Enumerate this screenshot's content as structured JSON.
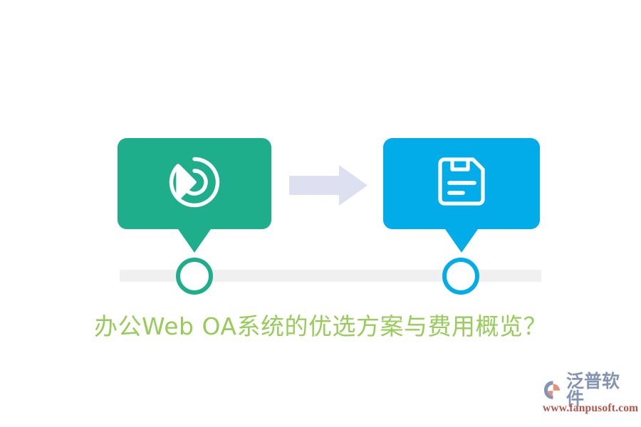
{
  "diagram": {
    "caption": "办公Web OA系统的优选方案与费用概览？",
    "caption_color": "#97cc5a",
    "arrow": {
      "name": "flow-arrow",
      "color": "#dde0f0",
      "direction": "right"
    },
    "track": {
      "color": "#f0f0f0"
    },
    "nodes": [
      {
        "id": "node-green",
        "color": "#1fae8c"
      },
      {
        "id": "node-blue",
        "color": "#02ace9"
      }
    ],
    "cards": [
      {
        "id": "card-green",
        "color": "#1fae8c",
        "icon": "radar-share-icon",
        "icon_color": "#ffffff"
      },
      {
        "id": "card-blue",
        "color": "#02ace9",
        "icon": "document-save-icon",
        "icon_color": "#ffffff"
      }
    ]
  },
  "watermark": {
    "brand": "泛普软件",
    "url": "www.fanpusoft.com",
    "brand_color": "#8494b4",
    "url_color": "#b2564a",
    "mark_icon": "fanpu-logo-icon"
  }
}
